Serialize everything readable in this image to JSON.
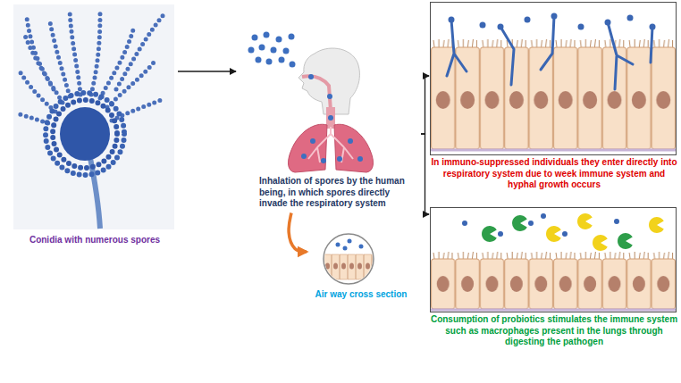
{
  "diagram": {
    "nodes": [
      {
        "text": [
          "Conidia with numerous spores"
        ]
      },
      {
        "text": [
          "Inhalation of spores by the human being, in which spores directly invade the respiratory system"
        ]
      },
      {
        "text": [
          "Air way cross section"
        ]
      },
      {
        "text": [
          "In immuno-suppressed individuals they enter directly into respiratory system due to week immune system and hyphal growth occurs"
        ]
      },
      {
        "text": [
          "Consumption of probiotics stimulates the immune system such as macrophages present in the lungs through digesting the pathogen"
        ]
      }
    ],
    "edges": [
      {
        "from": 0,
        "to": 1,
        "arrow": "to"
      },
      {
        "from": 1,
        "to": 2,
        "arrow": "to"
      },
      {
        "from": 1,
        "to": 3,
        "arrow": "to"
      },
      {
        "from": 1,
        "to": 4,
        "arrow": "to"
      }
    ]
  }
}
